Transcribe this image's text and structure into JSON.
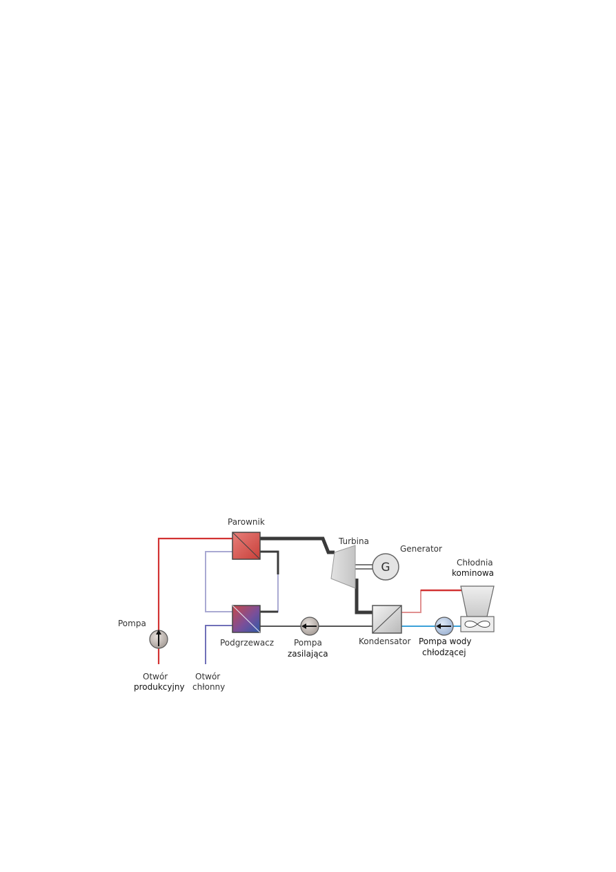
{
  "colors": {
    "hot": "#d23232",
    "cold": "#7070b8",
    "cold_light": "#a9a9d2",
    "steam": "#3a3a3a",
    "condensate": "#555555",
    "cooling_return": "#e09090",
    "cooling_supply": "#3aa0d8"
  },
  "labels": {
    "parownik": "Parownik",
    "turbina": "Turbina",
    "generator": "Generator",
    "generator_symbol": "G",
    "chlodnia_1": "Chłodnia",
    "chlodnia_2": "kominowa",
    "pompa": "Pompa",
    "podgrzewacz": "Podgrzewacz",
    "pompa_zasilajaca_1": "Pompa",
    "pompa_zasilajaca_2": "zasilająca",
    "kondensator": "Kondensator",
    "pompa_wody_1": "Pompa wody",
    "pompa_wody_2": "chłodzącej",
    "otwor_prod_1": "Otwór",
    "otwor_prod_2": "produkcyjny",
    "otwor_chl_1": "Otwór",
    "otwor_chl_2": "chłonny"
  }
}
